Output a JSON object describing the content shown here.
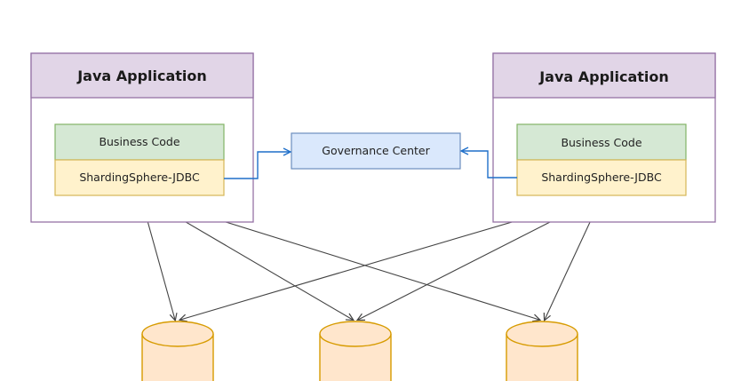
{
  "diagram": {
    "apps": [
      {
        "title": "Java Application",
        "layers": [
          {
            "label": "Business Code"
          },
          {
            "label": "ShardingSphere-JDBC"
          }
        ]
      },
      {
        "title": "Java Application",
        "layers": [
          {
            "label": "Business Code"
          },
          {
            "label": "ShardingSphere-JDBC"
          }
        ]
      }
    ],
    "governance": {
      "label": "Governance Center"
    },
    "databases": [
      {
        "label": ""
      },
      {
        "label": ""
      },
      {
        "label": ""
      }
    ],
    "connections": [
      {
        "from": "app-0-jdbc",
        "to": "governance",
        "style": "blue-orthogonal"
      },
      {
        "from": "app-1-jdbc",
        "to": "governance",
        "style": "blue-orthogonal"
      },
      {
        "from": "app-0-jdbc",
        "to": "db-0"
      },
      {
        "from": "app-0-jdbc",
        "to": "db-1"
      },
      {
        "from": "app-0-jdbc",
        "to": "db-2"
      },
      {
        "from": "app-1-jdbc",
        "to": "db-0"
      },
      {
        "from": "app-1-jdbc",
        "to": "db-1"
      },
      {
        "from": "app-1-jdbc",
        "to": "db-2"
      }
    ]
  },
  "colors": {
    "app_header_fill": "#e1d5e7",
    "app_border": "#9673a6",
    "business_fill": "#d5e8d4",
    "business_border": "#82b366",
    "jdbc_fill": "#fff2cc",
    "jdbc_border": "#d6b656",
    "governance_fill": "#dae8fc",
    "governance_border": "#6c8ebf",
    "db_fill": "#ffe6cc",
    "db_border": "#d79b00",
    "link_blue": "#1f6fc9",
    "link_gray": "#444444"
  }
}
